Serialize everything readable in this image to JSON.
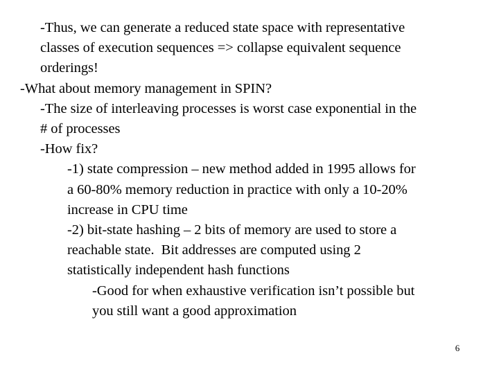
{
  "slide": {
    "background_color": "#ffffff",
    "text_color": "#000000",
    "page_number": "6",
    "lines": [
      {
        "level": 2,
        "text": "-Thus, we can generate a reduced state space with representative"
      },
      {
        "level": 2,
        "text": "classes of execution sequences => collapse equivalent sequence"
      },
      {
        "level": 2,
        "text": "orderings!"
      },
      {
        "level": 1,
        "text": "-What about memory management in SPIN?"
      },
      {
        "level": 2,
        "text": "-The size of interleaving processes is worst case exponential in the"
      },
      {
        "level": 2,
        "text": "# of processes"
      },
      {
        "level": 2,
        "text": "-How fix?"
      },
      {
        "level": 3,
        "text": "-1) state compression – new method added in 1995 allows for"
      },
      {
        "level": 3,
        "text": "a 60-80% memory reduction in practice with only a 10-20%"
      },
      {
        "level": 3,
        "text": "increase in CPU time"
      },
      {
        "level": 3,
        "text": "-2) bit-state hashing – 2 bits of memory are used to store a"
      },
      {
        "level": 3,
        "text": "reachable state.  Bit addresses are computed using 2"
      },
      {
        "level": 3,
        "text": "statistically independent hash functions"
      },
      {
        "level": 4,
        "text": "-Good for when exhaustive verification isn’t possible but"
      },
      {
        "level": 4,
        "text": "you still want a good approximation"
      }
    ]
  }
}
